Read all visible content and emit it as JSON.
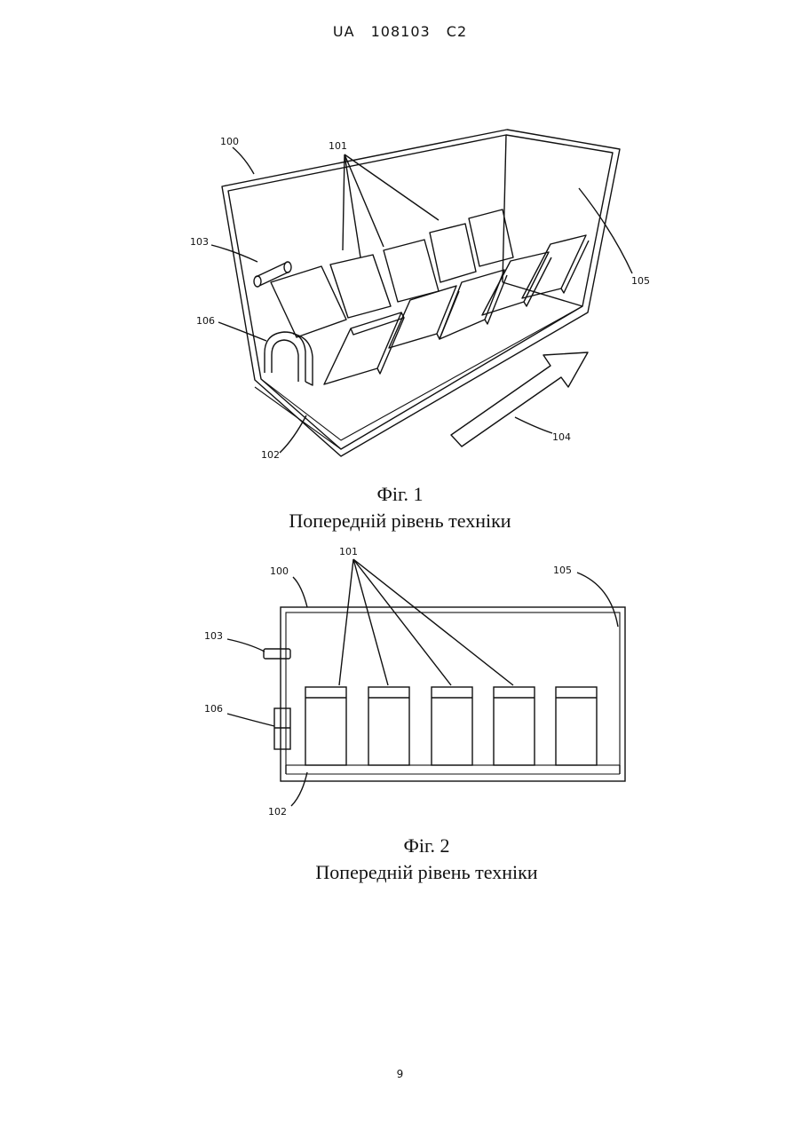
{
  "header": {
    "country": "UA",
    "number": "108103",
    "kind": "C2"
  },
  "figure1": {
    "labels": {
      "housing": "100",
      "modules": "101",
      "floor": "102",
      "sensor": "103",
      "flow": "104",
      "wall": "105",
      "fan": "106"
    },
    "caption_title": "Фіг. 1",
    "caption_subtitle": "Попередній рівень техніки"
  },
  "figure2": {
    "labels": {
      "housing": "100",
      "modules": "101",
      "floor": "102",
      "sensor": "103",
      "wall": "105",
      "fan": "106"
    },
    "caption_title": "Фіг. 2",
    "caption_subtitle": "Попередній рівень техніки"
  },
  "page_number": "9"
}
